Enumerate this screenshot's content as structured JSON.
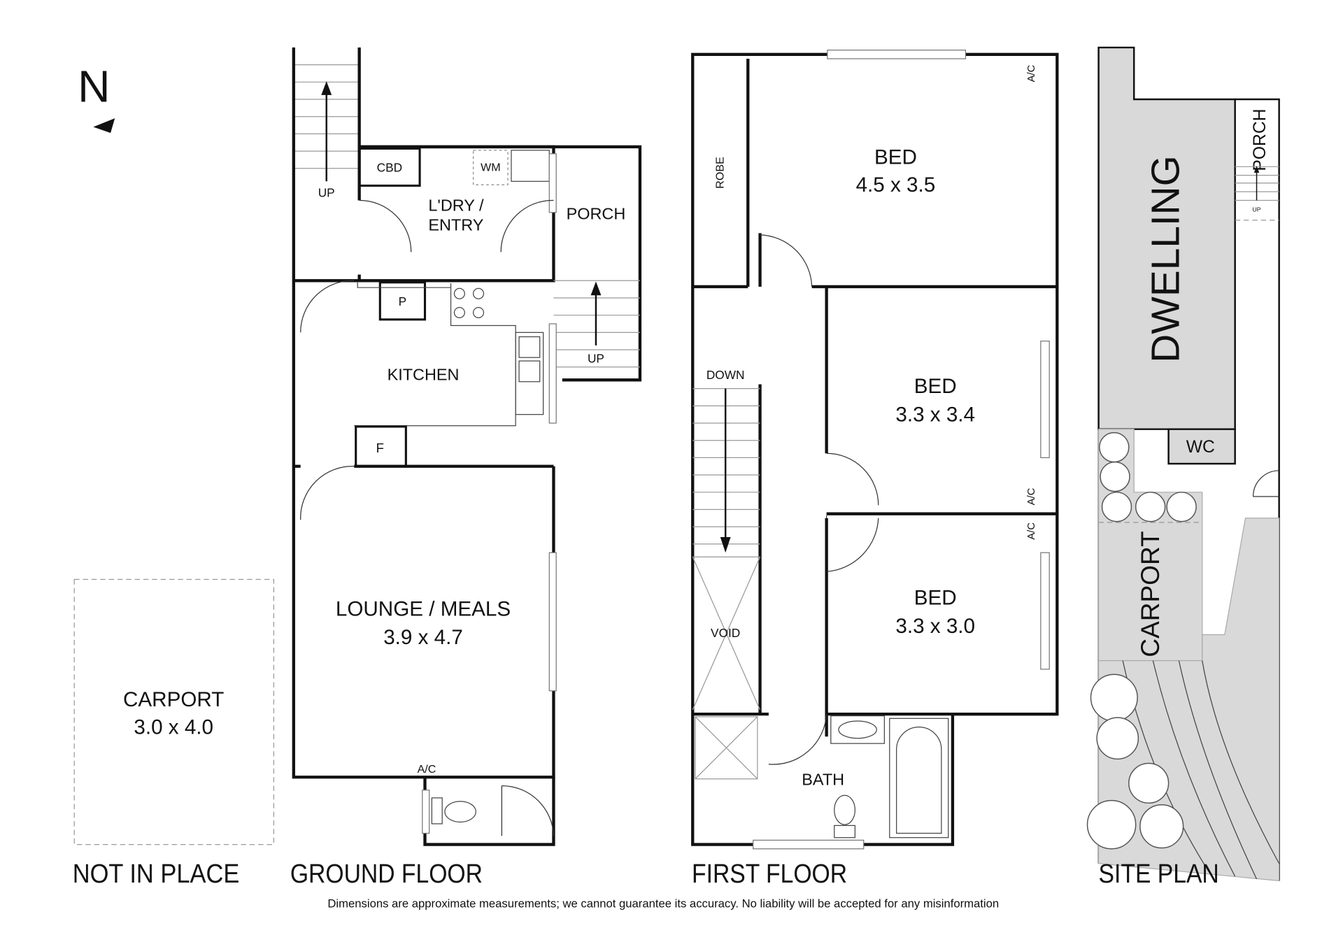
{
  "compass": {
    "label": "N"
  },
  "not_in_place": {
    "room": "CARPORT",
    "size": "3.0 x 4.0",
    "caption": "NOT IN PLACE"
  },
  "ground_floor": {
    "caption": "GROUND FLOOR",
    "rooms": {
      "cbd": "CBD",
      "wm": "WM",
      "laundry_1": "L'DRY /",
      "laundry_2": "ENTRY",
      "porch": "PORCH",
      "pantry": "P",
      "kitchen": "KITCHEN",
      "fridge": "F",
      "lounge": "LOUNGE / MEALS",
      "lounge_size": "3.9 x 4.7",
      "ac": "A/C",
      "stair_up_1": "UP",
      "stair_up_2": "UP"
    }
  },
  "first_floor": {
    "caption": "FIRST FLOOR",
    "rooms": {
      "robe": "ROBE",
      "bed1": "BED",
      "bed1_size": "4.5 x 3.5",
      "bed2": "BED",
      "bed2_size": "3.3 x 3.4",
      "bed3": "BED",
      "bed3_size": "3.3 x 3.0",
      "down": "DOWN",
      "void": "VOID",
      "bath": "BATH",
      "ac1": "A/C",
      "ac2": "A/C",
      "ac3": "A/C"
    }
  },
  "site_plan": {
    "caption": "SITE PLAN",
    "dwelling": "DWELLING",
    "porch": "PORCH",
    "up": "UP",
    "wc": "WC",
    "carport": "CARPORT"
  },
  "disclaimer": "Dimensions are approximate measurements; we cannot guarantee its accuracy. No liability will be accepted for any misinformation",
  "colors": {
    "wall": "#111111",
    "site_fill": "#d9d9d9"
  }
}
